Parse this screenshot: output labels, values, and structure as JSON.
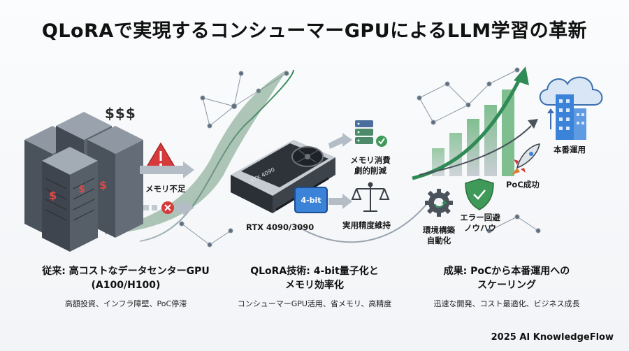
{
  "title": "QLoRAで実現するコンシューマーGPUによるLLM学習の革新",
  "left": {
    "dollars": "$$$",
    "memory_shortage": "メモリ不足",
    "heading_line1": "従来: 高コストなデータセンターGPU",
    "heading_line2": "(A100/H100)",
    "sub": "高額投資、インフラ障壁、PoC停滞"
  },
  "middle": {
    "gpu_caption": "RTX 4090/3090",
    "gpu_card_text": "RTX 4090",
    "bit_badge": "4-bit",
    "memory_reduce_line1": "メモリ消費",
    "memory_reduce_line2": "劇的削減",
    "accuracy": "実用精度維持",
    "heading_line1": "QLoRA技術: 4-bit量子化と",
    "heading_line2": "メモリ効率化",
    "sub": "コンシューマーGPU活用、省メモリ、高精度"
  },
  "right": {
    "production": "本番運用",
    "poc_success": "PoC成功",
    "error_avoid_line1": "エラー回避",
    "error_avoid_line2": "ノウハウ",
    "env_auto_line1": "環境構築",
    "env_auto_line2": "自動化",
    "heading_line1": "成果: PoCから本番運用への",
    "heading_line2": "スケーリング",
    "sub": "迅速な開発、コスト最適化、ビジネス成長"
  },
  "footer": "2025 AI KnowledgeFlow",
  "colors": {
    "accent_green": "#3f8f5a",
    "accent_blue": "#3b82d9",
    "warning_red": "#d63a3a",
    "dark_gray": "#3a3f47"
  }
}
